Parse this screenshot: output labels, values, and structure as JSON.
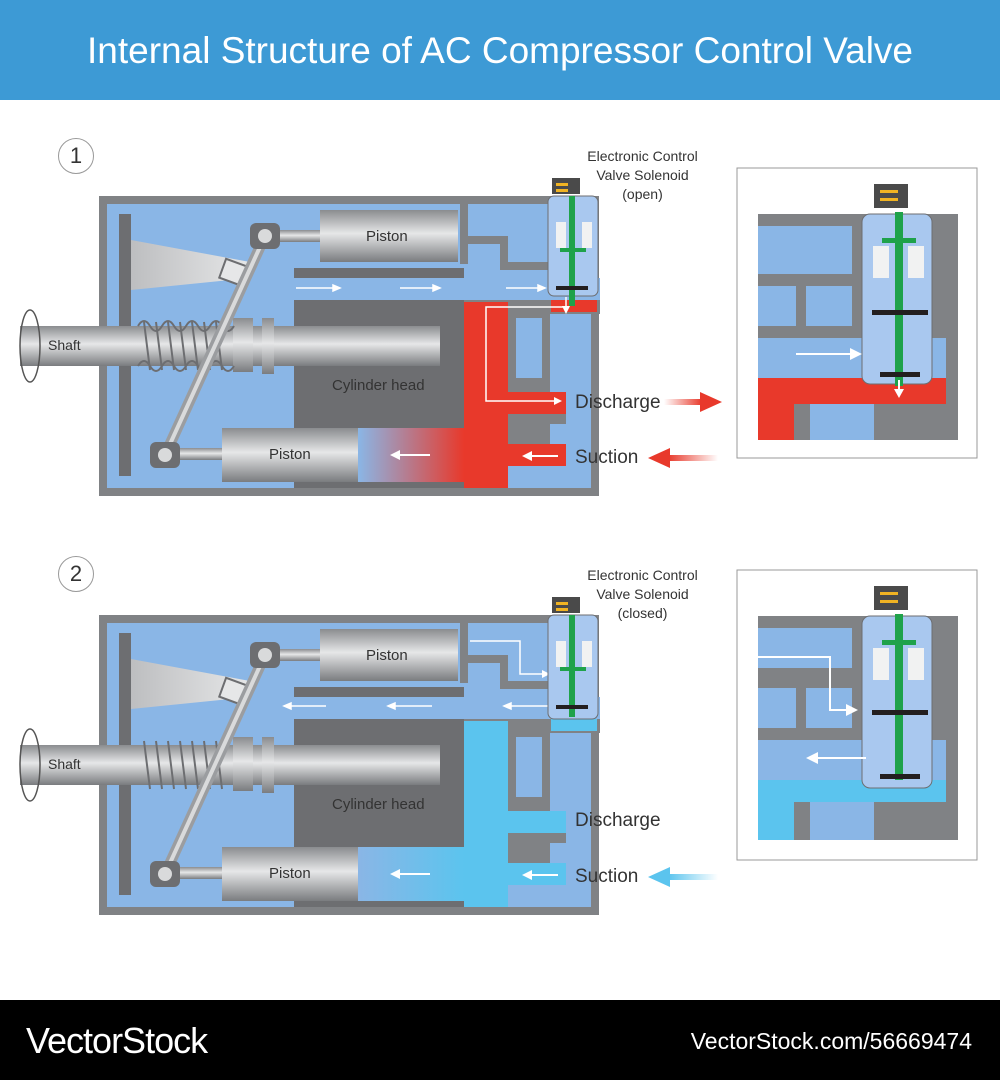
{
  "header": {
    "title": "Internal Structure of  AC Compressor Control Valve"
  },
  "panels": [
    {
      "number": "1",
      "solenoid_label": [
        "Electronic Control",
        "Valve Solenoid",
        "(open)"
      ],
      "piston_top": "Piston",
      "piston_bottom": "Piston",
      "cylinder_head": "Cylinder head",
      "shaft": "Shaft",
      "discharge": "Discharge",
      "suction": "Suction",
      "state": "open",
      "flow_color": "#e8392b"
    },
    {
      "number": "2",
      "solenoid_label": [
        "Electronic Control",
        "Valve Solenoid",
        "(closed)"
      ],
      "piston_top": "Piston",
      "piston_bottom": "Piston",
      "cylinder_head": "Cylinder head",
      "shaft": "Shaft",
      "discharge": "Discharge",
      "suction": "Suction",
      "state": "closed",
      "flow_color": "#5bc4ee"
    }
  ],
  "footer": {
    "brand": "VectorStock",
    "ref": "VectorStock.com/56669474"
  },
  "colors": {
    "header": "#3d9ad5",
    "body_blue": "#8ab6e6",
    "wall": "#808285",
    "valve_green": "#1fa24a"
  }
}
